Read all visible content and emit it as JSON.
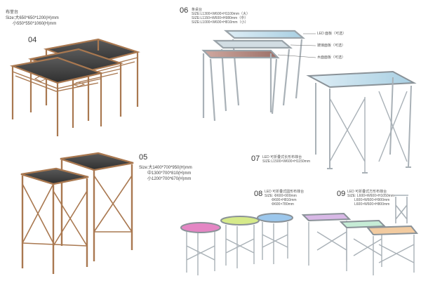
{
  "item04": {
    "number": "04",
    "title": "布菲台",
    "size_lines": [
      "Size:大650*650*1200(H)mm",
      "小550*550*1060(H)mm"
    ]
  },
  "item05": {
    "number": "05",
    "size_lines": [
      "Size:大1400*700*950(H)mm",
      "中1300*700*810(H)mm",
      "小1200*700*670(H)mm"
    ]
  },
  "item06": {
    "number": "06",
    "title": "条桌台",
    "size_lines": [
      "SIZE:L1300×W600×H1100mm（大）",
      "SIZE:L1150×W600×H980mm（中）",
      "SIZE:L1000×W600×H810mm（小）"
    ],
    "callouts": [
      "LED 面板（可选）",
      "玻璃面板（可选）",
      "木面面板（可选）"
    ]
  },
  "item07": {
    "number": "07",
    "lines": [
      "LED 可折叠式长形布菲台",
      "SIZE:L1500×W600×H1150mm"
    ]
  },
  "item08": {
    "number": "08",
    "lines": [
      "LED 可折叠式圆形布菲台",
      "SIZE: Φ600×900mm",
      "Φ600×H810mm",
      "Φ600×780mm"
    ]
  },
  "item09": {
    "number": "09",
    "lines": [
      "LED 可折叠式方形布菲台",
      "SIZE: L600×W600×H1050mm",
      "L600×W600×H900mm",
      "L600×W600×H800mm"
    ]
  },
  "colors": {
    "bronze": "#a97850",
    "bronze_dark": "#7a5030",
    "steel": "#b5bcc2",
    "steel_dark": "#8a9298",
    "glass_blue": "#cfe3ee",
    "top_pink": "#e486c4",
    "top_lime": "#d6ea8a",
    "top_blue": "#9cc7ec",
    "top_lavender": "#d8b8e6",
    "top_mint": "#c6ecd6",
    "top_peach": "#f2cba0"
  }
}
